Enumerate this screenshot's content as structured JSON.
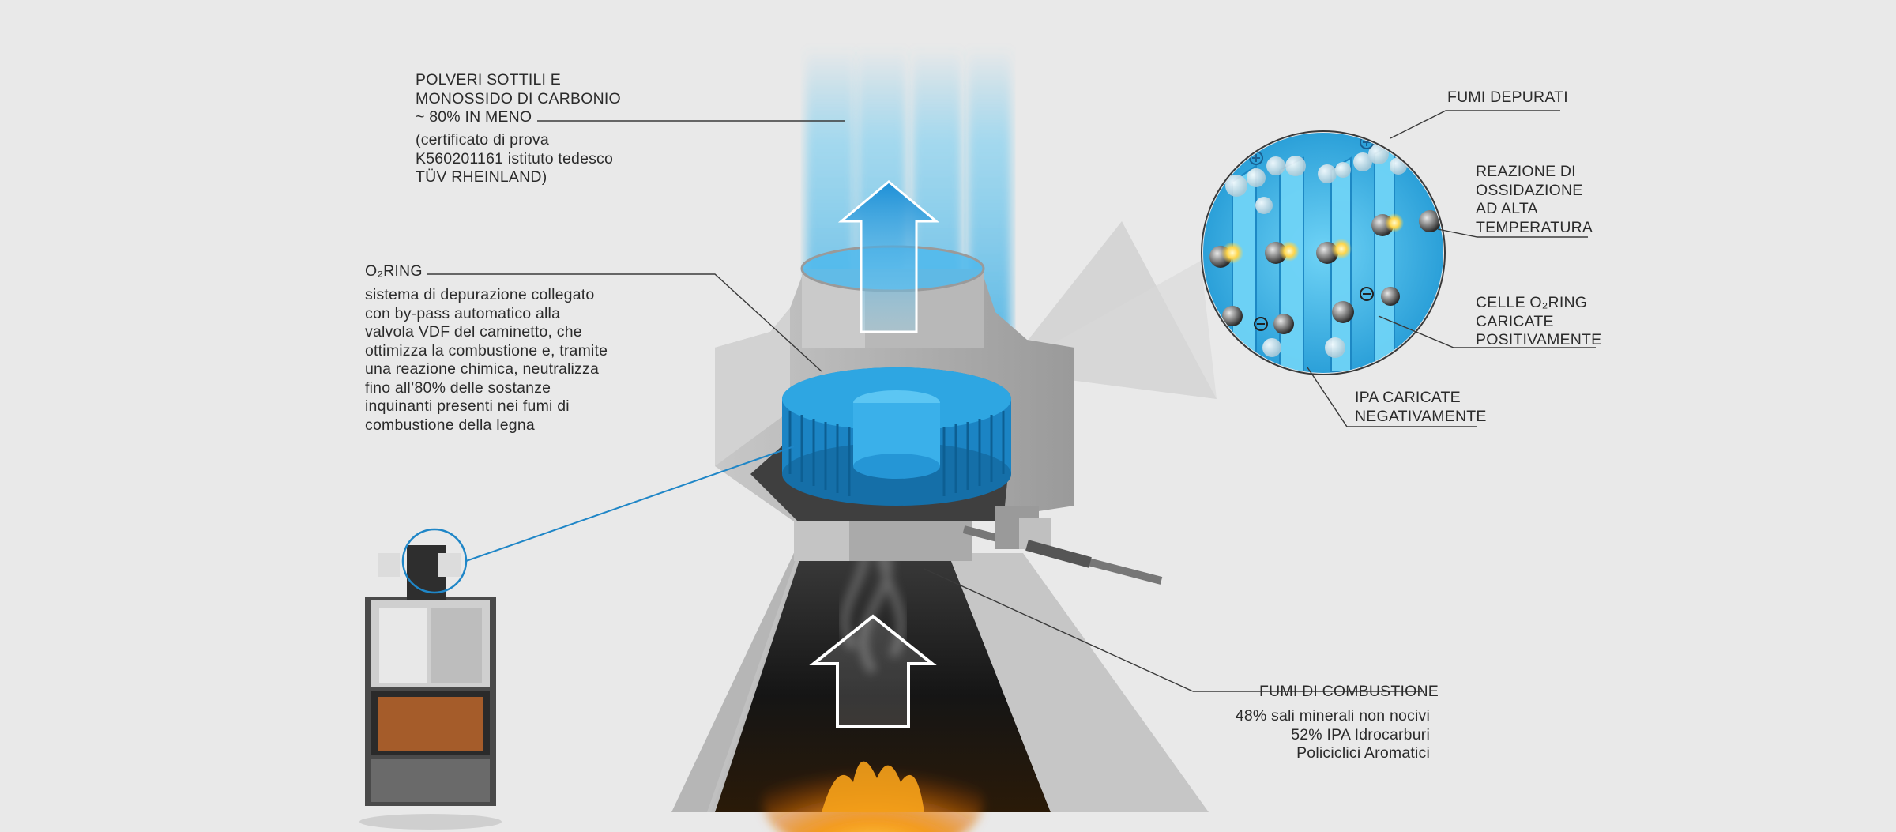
{
  "labels": {
    "polveri": {
      "title": "POLVERI SOTTILI E\nMONOSSIDO DI CARBONIO\n~ 80% IN MENO",
      "note": "(certificato di prova\nK560201161 istituto tedesco\nTÜV RHEINLAND)"
    },
    "o2ring": {
      "title": "O₂RING",
      "body": "sistema di depurazione collegato\ncon by-pass automatico alla\nvalvola VDF del caminetto, che\nottimizza la combustione e, tramite\nuna reazione chimica, neutralizza\nfino all’80% delle sostanze\ninquinanti presenti nei fumi di\ncombustione della legna"
    },
    "fumi_depurati": "FUMI DEPURATI",
    "reazione": "REAZIONE DI\nOSSIDAZIONE\nAD ALTA\nTEMPERATURA",
    "celle": "CELLE O₂RING\nCARICATE\nPOSITIVAMENTE",
    "ipa": "IPA CARICATE\nNEGATIVAMENTE",
    "fumi_combustione": {
      "title": "FUMI DI COMBUSTIONE",
      "body": "48% sali minerali non nocivi\n52% IPA Idrocarburi\nPoliciclici Aromatici"
    }
  },
  "colors": {
    "background": "#e9e9e9",
    "accent_blue": "#1a9ad8",
    "light_blue": "#7fd0f2",
    "metal_gray": "#b4b4b4",
    "dark_gray": "#3a3a3a",
    "flame": "#f08a12"
  }
}
